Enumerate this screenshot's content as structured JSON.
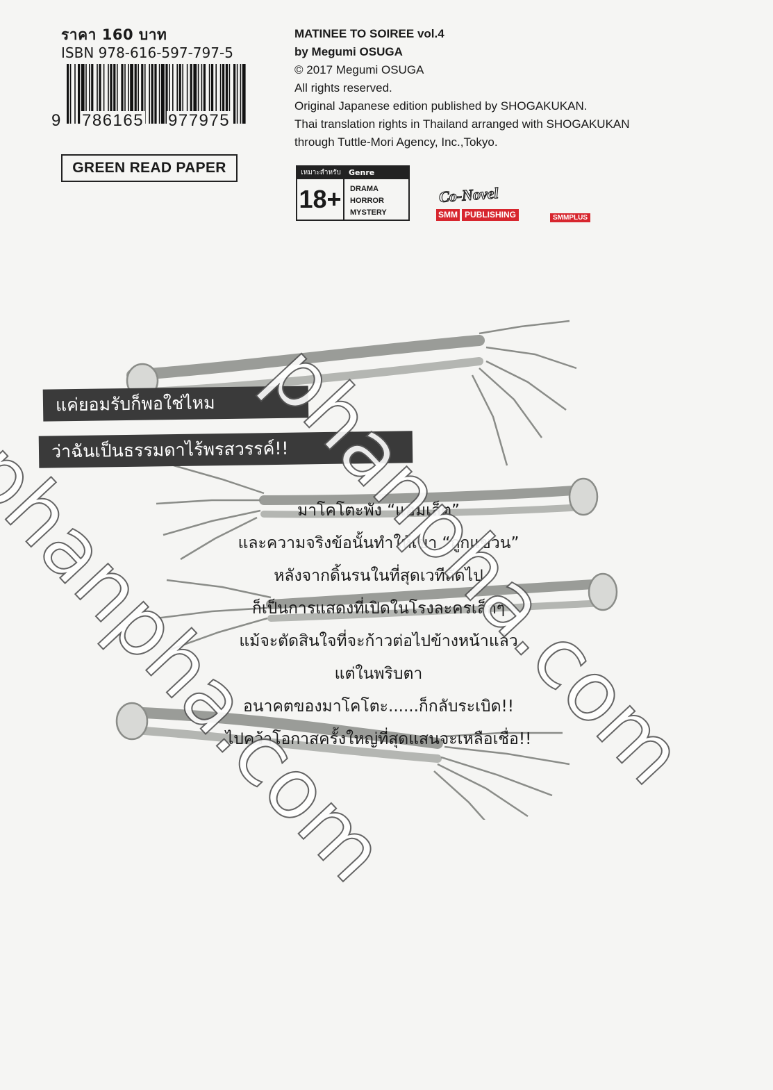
{
  "price_label": "ราคา 160 บาท",
  "isbn_label": "ISBN 978-616-597-797-5",
  "barcode": {
    "first_digit": "9",
    "left_group": "786165",
    "right_group": "977975"
  },
  "paper_label": "GREEN READ PAPER",
  "credits": {
    "title_line": "MATINEE TO SOIREE  vol.4",
    "author_line": "by Megumi OSUGA",
    "copyright": "© 2017 Megumi OSUGA",
    "rights": "All rights reserved.",
    "original": "Original Japanese edition published by SHOGAKUKAN.",
    "translation": "Thai translation rights in Thailand arranged with SHOGAKUKAN",
    "agency": "through Tuttle-Mori Agency, Inc.,Tokyo."
  },
  "rating": {
    "suitable_label": "เหมาะสำหรับ",
    "genre_label": "Genre",
    "age": "18+",
    "genres": [
      "DRAMA",
      "HORROR",
      "MYSTERY"
    ]
  },
  "logos": {
    "conovel": "Co-Novel",
    "smm_left": "SMM",
    "smm_right": "PUBLISHING",
    "smmplus": "SMMPLUS"
  },
  "banners": [
    "แค่ยอมรับก็พอใช่ไหม",
    "ว่าฉันเป็นธรรมดาไร้พรสวรรค์!!"
  ],
  "blurb": [
    "มาโคโตะพัง “แฮมเล็ต”",
    "และความจริงข้อนั้นทำให้เขา “ถูกแขวน”",
    "หลังจากดิ้นรนในที่สุดเวทีถัดไป",
    "ก็เป็นการแสดงที่เปิดในโรงละครเล็กๆ",
    "แม้จะตัดสินใจที่จะก้าวต่อไปข้างหน้าแล้ว",
    "แต่ในพริบตา",
    "อนาคตของมาโคโตะ......ก็กลับระเบิด!!",
    "ไปคว้าโอกาสครั้งใหญ่ที่สุดแสนจะเหลือเชื่อ!!"
  ],
  "watermark": [
    "phanpha.com",
    "phanpha.com"
  ]
}
